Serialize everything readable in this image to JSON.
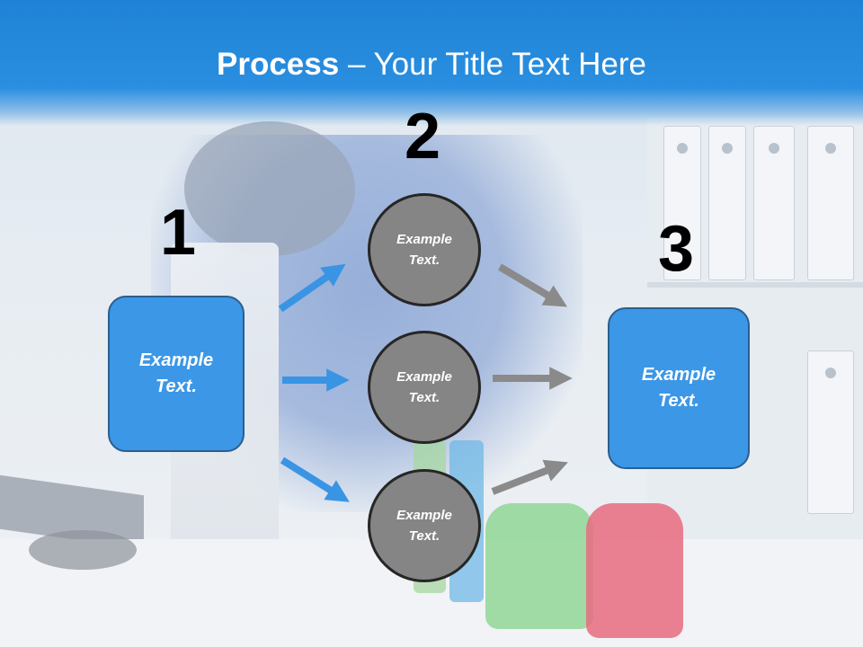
{
  "slide": {
    "title_bold": "Process",
    "title_rest": " – Your Title Text Here"
  },
  "steps": [
    {
      "number": "1",
      "label": "Example Text."
    },
    {
      "number": "2",
      "nodes": [
        "Example Text.",
        "Example Text.",
        "Example Text."
      ]
    },
    {
      "number": "3",
      "label": "Example Text."
    }
  ],
  "colors": {
    "header": "#1f82d6",
    "box_fill": "#3c97e6",
    "box_border": "#2a5f8f",
    "circle_fill": "#858585",
    "circle_border": "#262626",
    "blue_arrow": "#3a94e4",
    "gray_arrow": "#8a8a8a"
  }
}
